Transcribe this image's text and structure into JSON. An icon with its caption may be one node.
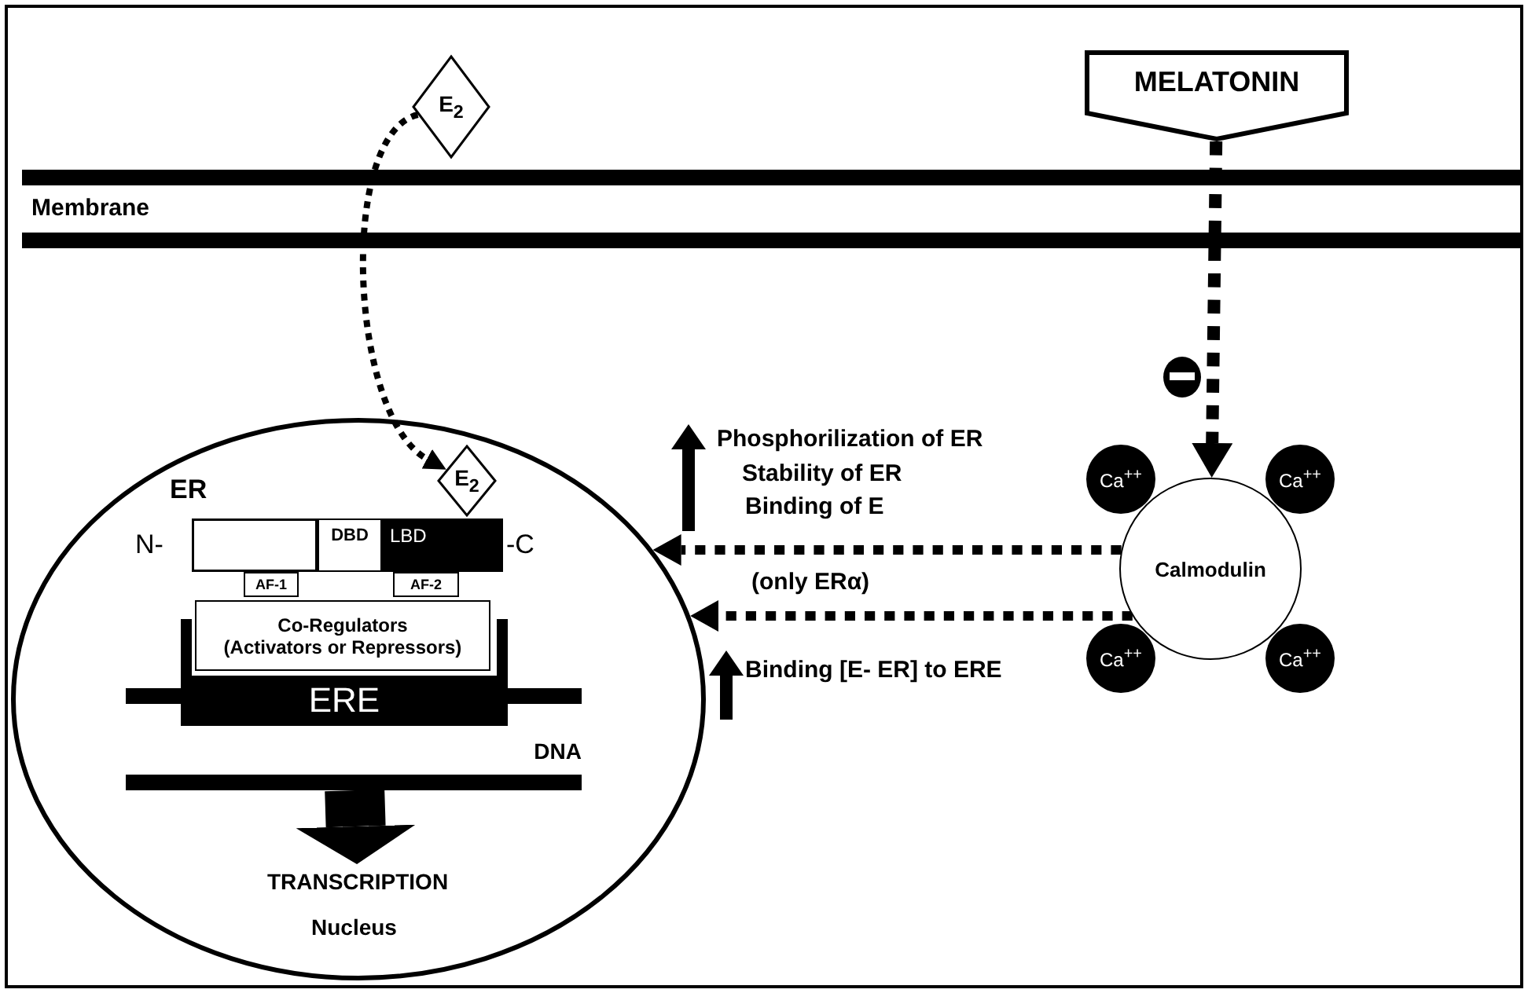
{
  "diagram": {
    "nodes": [
      {
        "text": [
          "E$_{2}$"
        ]
      },
      {
        "text": [
          "MELATONIN"
        ]
      },
      {
        "text": [
          "Nucleus"
        ]
      },
      {
        "text": [
          "ER"
        ],
        "in": 2
      },
      {
        "text": [
          "DBD"
        ],
        "in": 2
      },
      {
        "text": [
          "LBD"
        ],
        "in": 2
      },
      {
        "text": [
          "AF-1"
        ],
        "in": 2
      },
      {
        "text": [
          "AF-2"
        ],
        "in": 2
      },
      {
        "text": [
          "E$_{2}$"
        ],
        "in": 2
      },
      {
        "text": [
          "Co-Regulators",
          "(Activators or Repressors)"
        ],
        "in": 2
      },
      {
        "text": [
          "ERE"
        ],
        "in": 2
      },
      {
        "text": [
          "DNA"
        ],
        "in": 2
      },
      {
        "text": [
          "TRANSCRIPTION"
        ],
        "in": 2
      },
      {
        "text": [
          "Calmodulin"
        ]
      },
      {
        "text": [
          "Ca$^{++}$"
        ]
      },
      {
        "text": [
          "Ca$^{++}$"
        ]
      },
      {
        "text": [
          "Ca$^{++}$"
        ]
      },
      {
        "text": [
          "Ca$^{++}$"
        ]
      }
    ],
    "edges": [
      {
        "from": 0,
        "to": 8,
        "arrow": "to",
        "style": "dashed"
      },
      {
        "from": 1,
        "to": 13,
        "arrow": "to",
        "style": "dashed"
      },
      {
        "from": 13,
        "to": 2,
        "arrow": "to",
        "style": "dashed"
      },
      {
        "from": 13,
        "to": 2,
        "label": "Binding [E- ER] to ERE",
        "arrow": "to",
        "style": "dashed"
      },
      {
        "from": 11,
        "to": 12,
        "arrow": "to",
        "style": "thick"
      }
    ],
    "labels": [
      "Membrane",
      "Phosphorilization of ER",
      "Stability of ER",
      "Binding of E",
      "N-",
      "-C",
      "(only ERα)"
    ]
  }
}
